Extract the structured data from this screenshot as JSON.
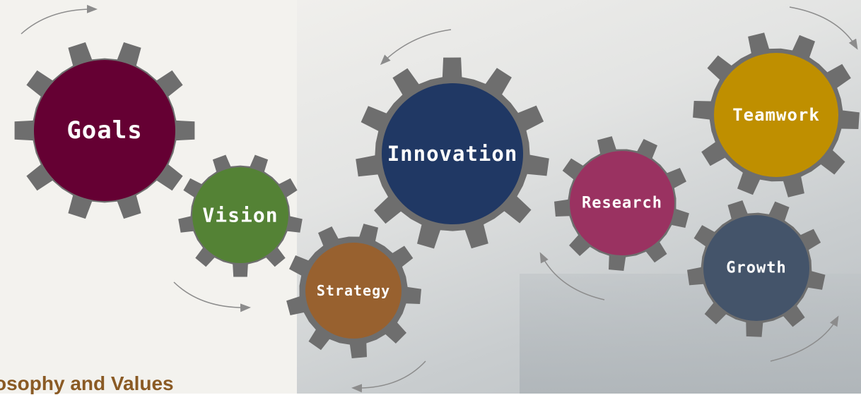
{
  "gears": [
    {
      "id": "goals",
      "label": "Goals",
      "color": "#650033"
    },
    {
      "id": "vision",
      "label": "Vision",
      "color": "#548235"
    },
    {
      "id": "strategy",
      "label": "Strategy",
      "color": "#98612f"
    },
    {
      "id": "innovation",
      "label": "Innovation",
      "color": "#203864"
    },
    {
      "id": "research",
      "label": "Research",
      "color": "#9a3261"
    },
    {
      "id": "teamwork",
      "label": "Teamwork",
      "color": "#bf8f00"
    },
    {
      "id": "growth",
      "label": "Growth",
      "color": "#44546a"
    }
  ],
  "gear_body_color": "#6e6e6e",
  "arrow_color": "#8c8c8c",
  "caption": "osophy and Values"
}
